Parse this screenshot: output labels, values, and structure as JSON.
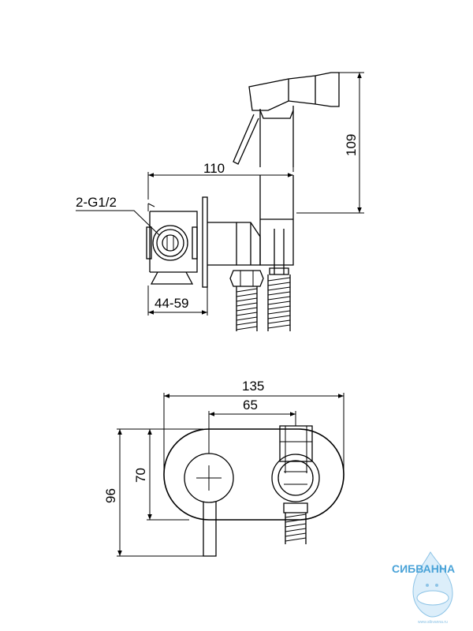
{
  "side_view": {
    "dim_width": "110",
    "dim_height": "109",
    "dim_depth": "44-59",
    "thread_label": "2-G1/2"
  },
  "front_view": {
    "dim_total_width": "135",
    "dim_center_distance": "65",
    "dim_total_height": "96",
    "dim_inner_height": "70"
  },
  "watermark": {
    "brand": "СИБВАННА",
    "url": "www.sibvanna.ru"
  },
  "colors": {
    "lines": "#000000",
    "logo": "#4aa3d8"
  }
}
